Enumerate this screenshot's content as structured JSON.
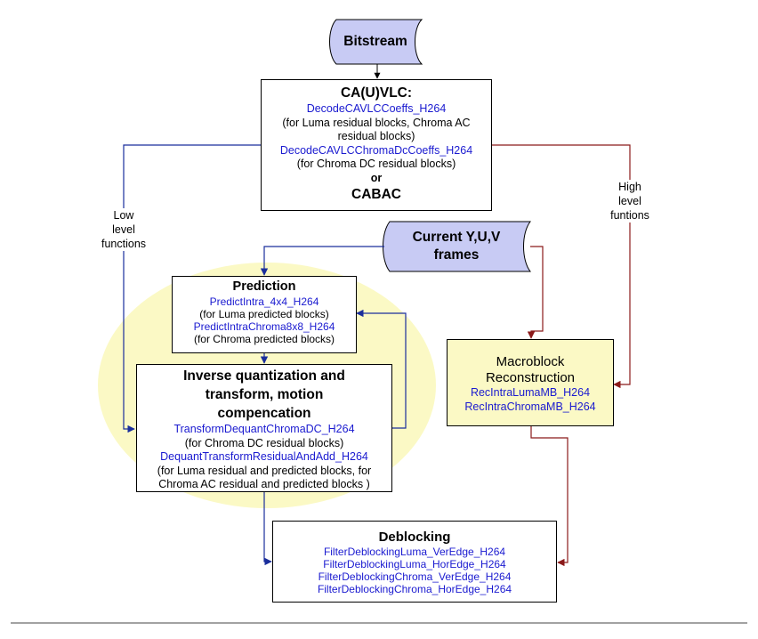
{
  "colors": {
    "function_text": "#1a1ad0",
    "data_shape_fill": "#c8cbf4",
    "highlight_fill": "#fbf9c5",
    "macroblock_fill": "#fbf9c5",
    "low_level_arrow": "#1a2e9c",
    "high_level_arrow": "#8b1a1a"
  },
  "bitstream": {
    "label": "Bitstream"
  },
  "frames": {
    "line1": "Current Y,U,V",
    "line2": "frames"
  },
  "entropy": {
    "title": "CA(U)VLC:",
    "func1": "DecodeCAVLCCoeffs_H264",
    "note1a": "(for Luma residual blocks, Chroma AC",
    "note1b": "residual blocks)",
    "func2": "DecodeCAVLCChromaDcCoeffs_H264",
    "note2": "(for Chroma DC residual blocks)",
    "or": "or",
    "title2": "CABAC"
  },
  "labels": {
    "low": [
      "Low",
      "level",
      "functions"
    ],
    "high": [
      "High",
      "level",
      "funtions"
    ]
  },
  "prediction": {
    "title": "Prediction",
    "func1": "PredictIntra_4x4_H264",
    "note1": "(for Luma predicted blocks)",
    "func2": "PredictIntraChroma8x8_H264",
    "note2": "(for Chroma predicted blocks)"
  },
  "inverse": {
    "title1": "Inverse quantization  and",
    "title2": "transform, motion",
    "title3": "compencation",
    "func1": "TransformDequantChromaDC_H264",
    "note1": "(for Chroma DC residual blocks)",
    "func2": "DequantTransformResidualAndAdd_H264",
    "note2a": "(for Luma residual and predicted blocks, for",
    "note2b": "Chroma AC residual and predicted blocks )"
  },
  "macroblock": {
    "title1": "Macroblock",
    "title2": "Reconstruction",
    "func1": "RecIntraLumaMB_H264",
    "func2": "RecIntraChromaMB_H264"
  },
  "deblocking": {
    "title": "Deblocking",
    "funcs": [
      "FilterDeblockingLuma_VerEdge_H264",
      "FilterDeblockingLuma_HorEdge_H264",
      "FilterDeblockingChroma_VerEdge_H264",
      "FilterDeblockingChroma_HorEdge_H264"
    ]
  }
}
